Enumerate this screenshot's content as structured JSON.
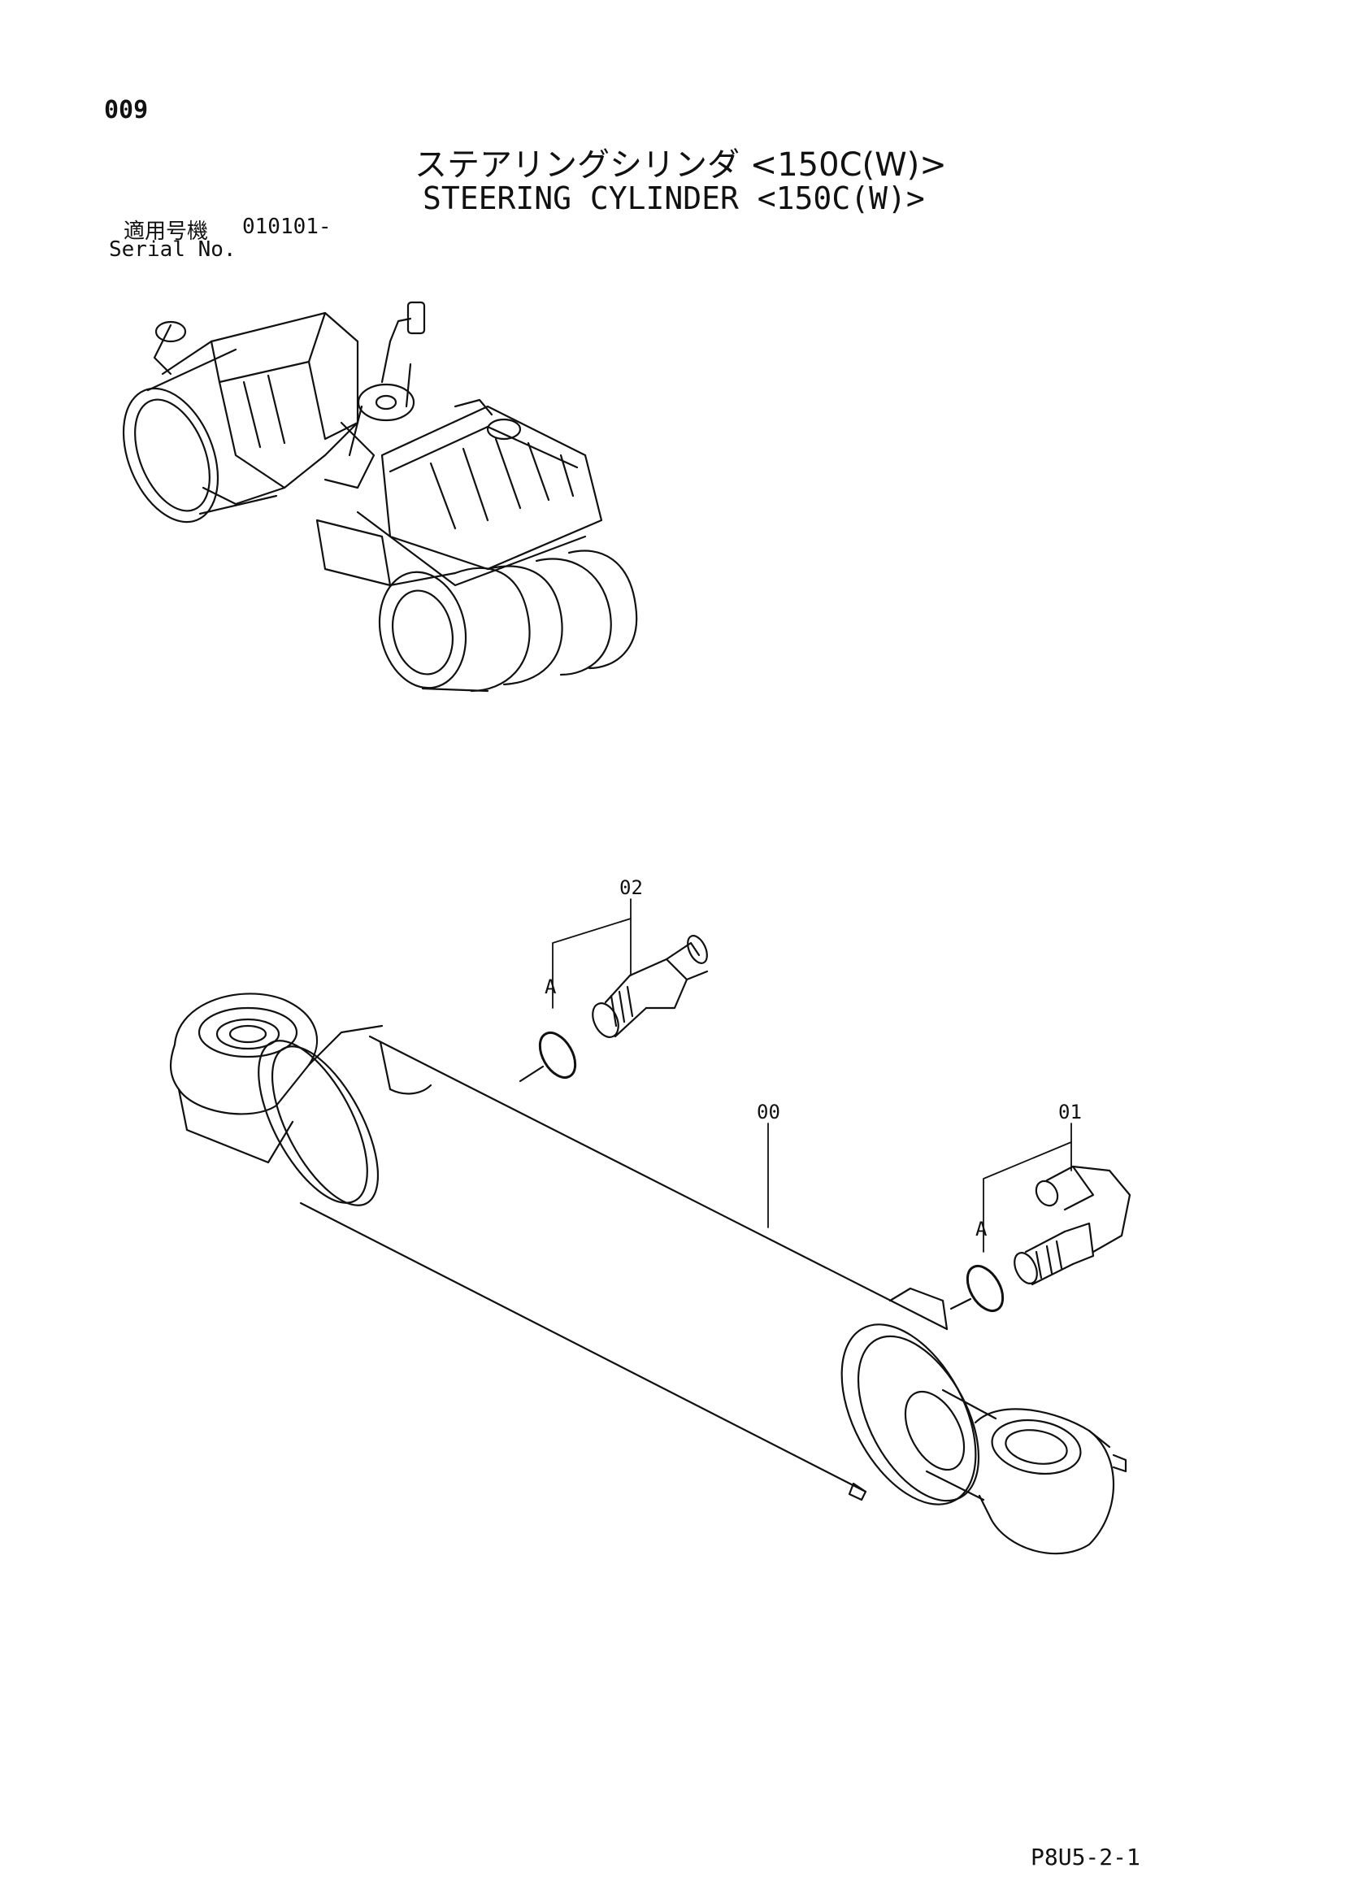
{
  "page": {
    "number": "009",
    "code": "P8U5-2-1"
  },
  "title": {
    "japanese": "ステアリングシリンダ <150C(W)>",
    "english": "STEERING CYLINDER <150C(W)>"
  },
  "serial": {
    "label_jp": "適用号機",
    "label_en": "Serial No.",
    "range": "010101-"
  },
  "parts": {
    "p00": "00",
    "p01": "01",
    "p02": "02",
    "ref_a1": "A",
    "ref_a2": "A"
  }
}
